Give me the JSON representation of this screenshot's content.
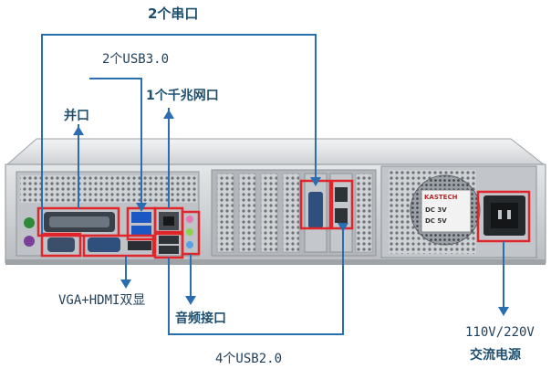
{
  "labels": {
    "serial": "2个串口",
    "usb3": "2个USB3.0",
    "lan": "1个千兆网口",
    "parallel": "并口",
    "vga_hdmi": "VGA+HDMI双显",
    "audio": "音频接口",
    "usb2": "4个USB2.0",
    "power_voltage": "110V/220V",
    "power_label": "交流电源"
  },
  "psu_sticker": {
    "brand": "KASTECH",
    "line1": "DC 3V",
    "line2": "DC 5V"
  },
  "colors": {
    "callout_line": "#2a6db0",
    "highlight_box": "#e0252b",
    "chassis": "#c9ccd0",
    "label_text": "#1f4f6e"
  }
}
